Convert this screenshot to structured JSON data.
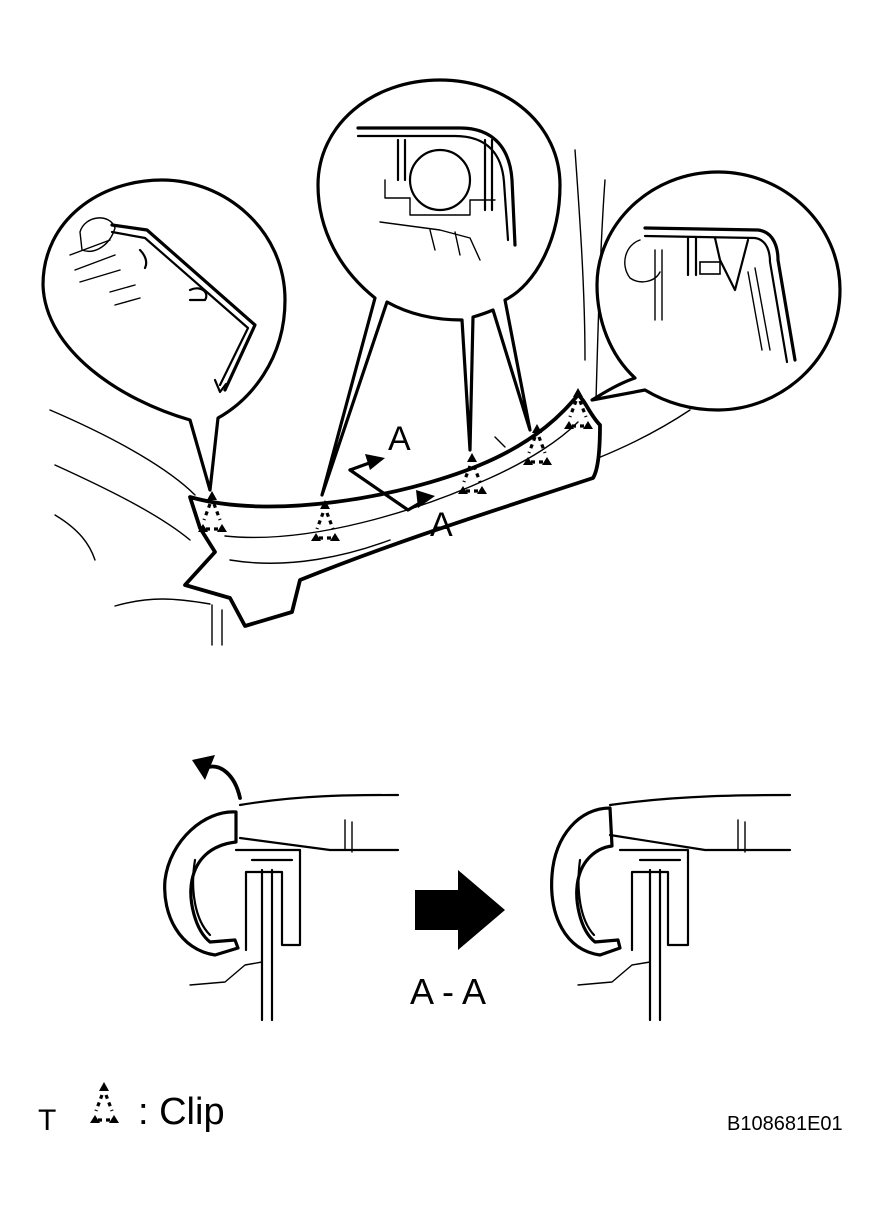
{
  "labels": {
    "section_upper": "A",
    "section_lower": "A",
    "section_view": "A - A",
    "legend_mark": "T",
    "legend_text": ": Clip",
    "part_code": "B108681E01"
  },
  "icons": {
    "clip": "clip-triangle-icon",
    "direction": "arrow-icon"
  },
  "colors": {
    "line": "#000000",
    "background": "#ffffff"
  }
}
